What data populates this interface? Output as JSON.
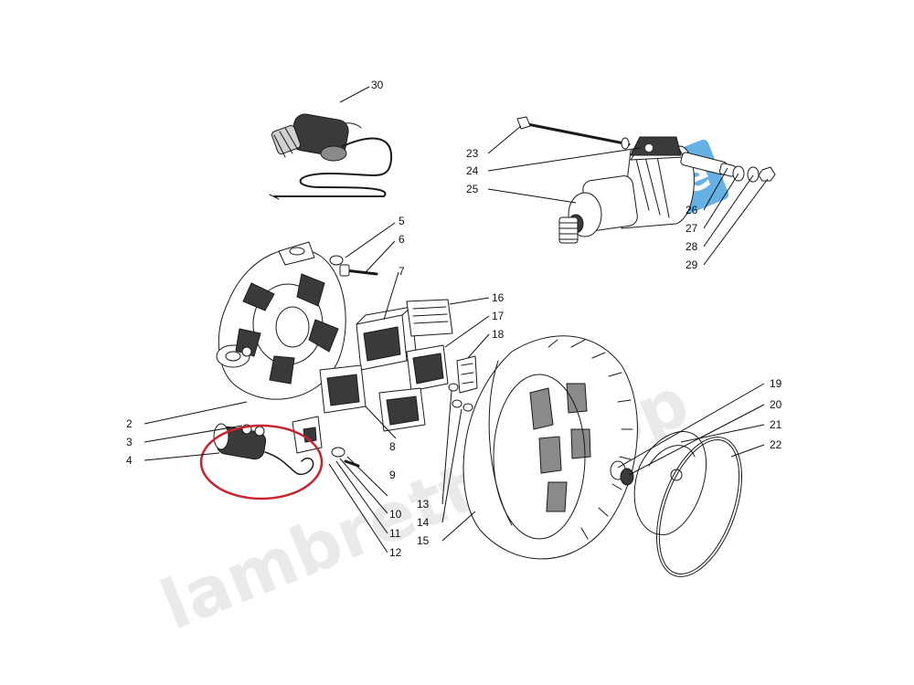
{
  "labels": {
    "p2": "2",
    "p3": "3",
    "p4": "4",
    "p5": "5",
    "p6": "6",
    "p7": "7",
    "p8": "8",
    "p9": "9",
    "p10": "10",
    "p11": "11",
    "p12": "12",
    "p13": "13",
    "p14": "14",
    "p15": "15",
    "p16": "16",
    "p17": "17",
    "p18": "18",
    "p19": "19",
    "p20": "20",
    "p21": "21",
    "p22": "22",
    "p23": "23",
    "p24": "24",
    "p25": "25",
    "p26": "26",
    "p27": "27",
    "p28": "28",
    "p29": "29",
    "p30": "30"
  },
  "watermark": {
    "text": "lambrettashop",
    "badge_text": "de"
  },
  "highlight": {
    "color": "#c8232c",
    "target_parts": [
      "2",
      "3",
      "4"
    ]
  },
  "colors": {
    "ink": "#1a1a1a",
    "badge_blue": "#4aa3df"
  }
}
